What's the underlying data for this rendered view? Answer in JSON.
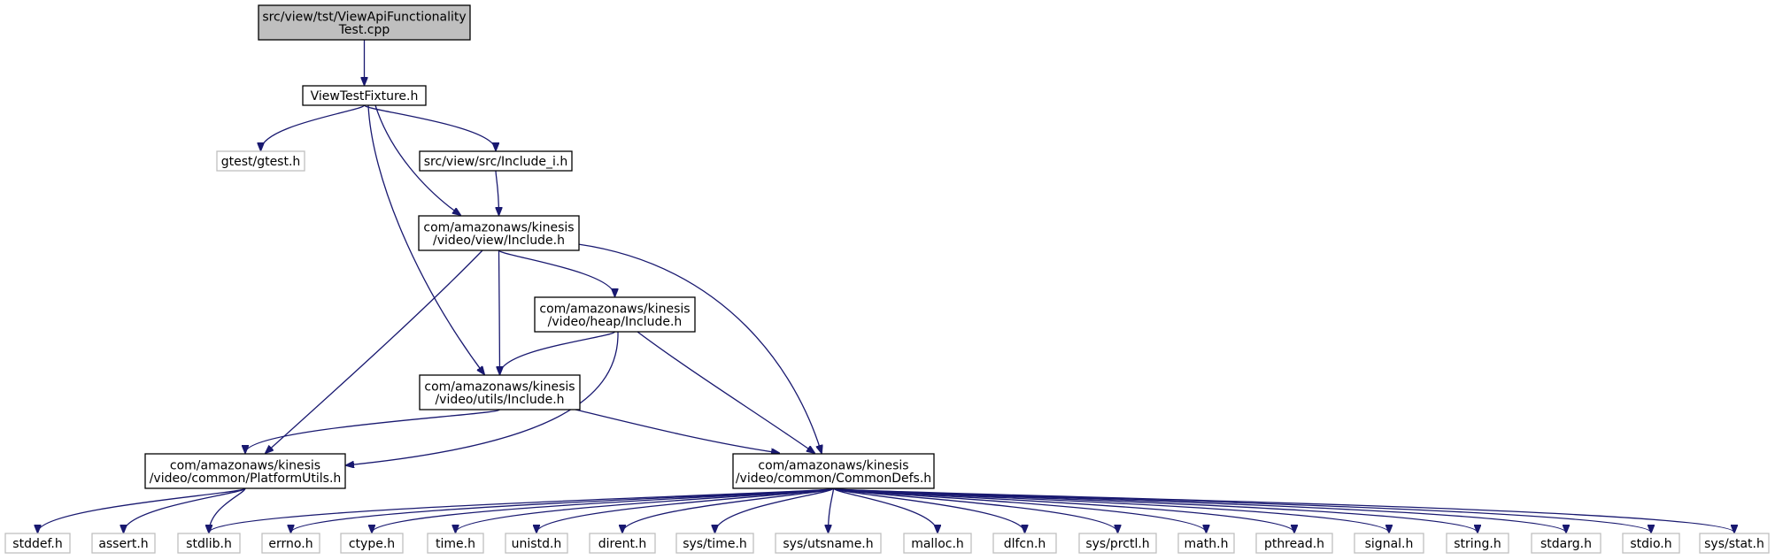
{
  "graph": {
    "colors": {
      "edge": "#191970",
      "root_fill": "#bfbfbf",
      "external_border": "#bfbfbf",
      "node_border": "#000000"
    },
    "nodes": [
      {
        "id": "root",
        "lines": [
          "src/view/tst/ViewApiFunctionality",
          "Test.cpp"
        ],
        "kind": "root"
      },
      {
        "id": "viewtestfixture",
        "lines": [
          "ViewTestFixture.h"
        ],
        "kind": "file"
      },
      {
        "id": "gtest",
        "lines": [
          "gtest/gtest.h"
        ],
        "kind": "external"
      },
      {
        "id": "include_i",
        "lines": [
          "src/view/src/Include_i.h"
        ],
        "kind": "file"
      },
      {
        "id": "view_include",
        "lines": [
          "com/amazonaws/kinesis",
          "/video/view/Include.h"
        ],
        "kind": "file"
      },
      {
        "id": "heap_include",
        "lines": [
          "com/amazonaws/kinesis",
          "/video/heap/Include.h"
        ],
        "kind": "file"
      },
      {
        "id": "utils_include",
        "lines": [
          "com/amazonaws/kinesis",
          "/video/utils/Include.h"
        ],
        "kind": "file"
      },
      {
        "id": "platformutils",
        "lines": [
          "com/amazonaws/kinesis",
          "/video/common/PlatformUtils.h"
        ],
        "kind": "file"
      },
      {
        "id": "commondefs",
        "lines": [
          "com/amazonaws/kinesis",
          "/video/common/CommonDefs.h"
        ],
        "kind": "file"
      },
      {
        "id": "stddef",
        "lines": [
          "stddef.h"
        ],
        "kind": "external"
      },
      {
        "id": "assert",
        "lines": [
          "assert.h"
        ],
        "kind": "external"
      },
      {
        "id": "stdlib",
        "lines": [
          "stdlib.h"
        ],
        "kind": "external"
      },
      {
        "id": "errno",
        "lines": [
          "errno.h"
        ],
        "kind": "external"
      },
      {
        "id": "ctype",
        "lines": [
          "ctype.h"
        ],
        "kind": "external"
      },
      {
        "id": "time",
        "lines": [
          "time.h"
        ],
        "kind": "external"
      },
      {
        "id": "unistd",
        "lines": [
          "unistd.h"
        ],
        "kind": "external"
      },
      {
        "id": "dirent",
        "lines": [
          "dirent.h"
        ],
        "kind": "external"
      },
      {
        "id": "systime",
        "lines": [
          "sys/time.h"
        ],
        "kind": "external"
      },
      {
        "id": "sysutsname",
        "lines": [
          "sys/utsname.h"
        ],
        "kind": "external"
      },
      {
        "id": "malloc",
        "lines": [
          "malloc.h"
        ],
        "kind": "external"
      },
      {
        "id": "dlfcn",
        "lines": [
          "dlfcn.h"
        ],
        "kind": "external"
      },
      {
        "id": "sysprctl",
        "lines": [
          "sys/prctl.h"
        ],
        "kind": "external"
      },
      {
        "id": "math",
        "lines": [
          "math.h"
        ],
        "kind": "external"
      },
      {
        "id": "pthread",
        "lines": [
          "pthread.h"
        ],
        "kind": "external"
      },
      {
        "id": "signal",
        "lines": [
          "signal.h"
        ],
        "kind": "external"
      },
      {
        "id": "string",
        "lines": [
          "string.h"
        ],
        "kind": "external"
      },
      {
        "id": "stdarg",
        "lines": [
          "stdarg.h"
        ],
        "kind": "external"
      },
      {
        "id": "stdio",
        "lines": [
          "stdio.h"
        ],
        "kind": "external"
      },
      {
        "id": "sysstat",
        "lines": [
          "sys/stat.h"
        ],
        "kind": "external"
      }
    ],
    "edges": [
      {
        "from": "root",
        "to": "viewtestfixture"
      },
      {
        "from": "viewtestfixture",
        "to": "gtest"
      },
      {
        "from": "viewtestfixture",
        "to": "include_i"
      },
      {
        "from": "viewtestfixture",
        "to": "view_include"
      },
      {
        "from": "viewtestfixture",
        "to": "utils_include"
      },
      {
        "from": "include_i",
        "to": "view_include"
      },
      {
        "from": "view_include",
        "to": "heap_include"
      },
      {
        "from": "view_include",
        "to": "utils_include"
      },
      {
        "from": "view_include",
        "to": "platformutils"
      },
      {
        "from": "view_include",
        "to": "commondefs"
      },
      {
        "from": "heap_include",
        "to": "utils_include"
      },
      {
        "from": "heap_include",
        "to": "platformutils"
      },
      {
        "from": "heap_include",
        "to": "commondefs"
      },
      {
        "from": "utils_include",
        "to": "platformutils"
      },
      {
        "from": "utils_include",
        "to": "commondefs"
      },
      {
        "from": "platformutils",
        "to": "stddef"
      },
      {
        "from": "platformutils",
        "to": "assert"
      },
      {
        "from": "platformutils",
        "to": "stdlib"
      },
      {
        "from": "commondefs",
        "to": "stdlib"
      },
      {
        "from": "commondefs",
        "to": "errno"
      },
      {
        "from": "commondefs",
        "to": "ctype"
      },
      {
        "from": "commondefs",
        "to": "time"
      },
      {
        "from": "commondefs",
        "to": "unistd"
      },
      {
        "from": "commondefs",
        "to": "dirent"
      },
      {
        "from": "commondefs",
        "to": "systime"
      },
      {
        "from": "commondefs",
        "to": "sysutsname"
      },
      {
        "from": "commondefs",
        "to": "malloc"
      },
      {
        "from": "commondefs",
        "to": "dlfcn"
      },
      {
        "from": "commondefs",
        "to": "sysprctl"
      },
      {
        "from": "commondefs",
        "to": "math"
      },
      {
        "from": "commondefs",
        "to": "pthread"
      },
      {
        "from": "commondefs",
        "to": "signal"
      },
      {
        "from": "commondefs",
        "to": "string"
      },
      {
        "from": "commondefs",
        "to": "stdarg"
      },
      {
        "from": "commondefs",
        "to": "stdio"
      },
      {
        "from": "commondefs",
        "to": "sysstat"
      }
    ]
  }
}
